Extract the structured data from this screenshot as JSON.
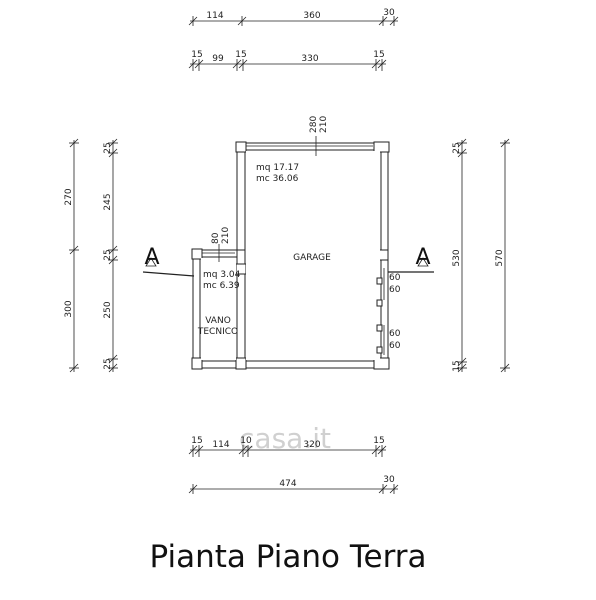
{
  "title": "Pianta Piano Terra",
  "watermark": "casa.it",
  "rooms": {
    "garage": {
      "label": "GARAGE",
      "area": "mq 17.17",
      "volume": "mc 36.06"
    },
    "vano": {
      "label1": "VANO",
      "label2": "TECNICO",
      "area": "mq 3.04",
      "volume": "mc 6.39"
    }
  },
  "section_marks": {
    "left": "A",
    "right": "A"
  },
  "dims": {
    "top1": [
      "114",
      "360",
      "30"
    ],
    "top2": [
      "15",
      "99",
      "15",
      "330",
      "15"
    ],
    "bottom1": [
      "15",
      "114",
      "10",
      "320",
      "15"
    ],
    "bottom2": [
      "474",
      "30"
    ],
    "left_outer": [
      "270",
      "300"
    ],
    "left_inner": [
      "25",
      "245",
      "25",
      "250",
      "25"
    ],
    "right_inner": [
      "25",
      "530",
      "15"
    ],
    "right_outer": [
      "570"
    ],
    "door_garage": [
      "280",
      "210"
    ],
    "door_vano": [
      "80",
      "210"
    ],
    "windows": [
      "60",
      "60",
      "60",
      "60"
    ]
  }
}
